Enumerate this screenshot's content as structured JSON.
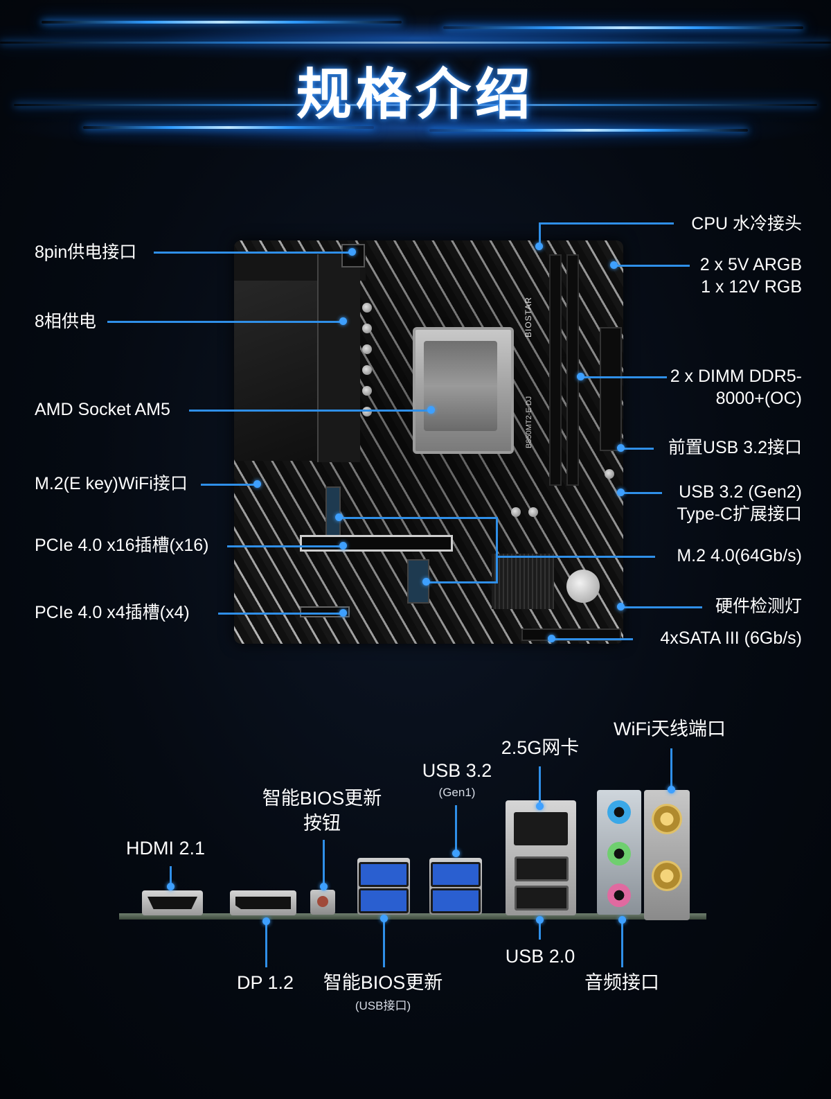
{
  "header": {
    "title": "规格介绍"
  },
  "board": {
    "brand": "BIOSTAR",
    "model": "B850MT2-E DJ"
  },
  "callouts_left": {
    "cpu_power": "8pin供电接口",
    "phases": "8相供电",
    "socket": "AMD Socket AM5",
    "m2_wifi": "M.2(E key)WiFi接口",
    "pcie16": "PCIe 4.0 x16插槽(x16)",
    "pcie4": "PCIe 4.0 x4插槽(x4)"
  },
  "callouts_right": {
    "cpu_cooler": "CPU 水冷接头",
    "argb_line1": "2 x 5V ARGB",
    "argb_line2": "1 x 12V RGB",
    "dimm_line1": "2 x DIMM DDR5-",
    "dimm_line2": "8000+(OC)",
    "front_usb": "前置USB 3.2接口",
    "typec_line1": "USB 3.2 (Gen2)",
    "typec_line2": "Type-C扩展接口",
    "m2": "M.2 4.0(64Gb/s)",
    "debug_led": "硬件检测灯",
    "sata": "4xSATA III (6Gb/s)"
  },
  "io": {
    "hdmi": "HDMI 2.1",
    "dp": "DP 1.2",
    "bios_button_line1": "智能BIOS更新",
    "bios_button_line2": "按钮",
    "bios_usb_line1": "智能BIOS更新",
    "bios_usb_line2": "(USB接口)",
    "usb32": "USB 3.2",
    "usb32_sub": "(Gen1)",
    "lan": "2.5G网卡",
    "usb20": "USB 2.0",
    "wifi_ant": "WiFi天线端口",
    "audio": "音频接口"
  },
  "colors": {
    "accent_line": "#2f8fe8",
    "usb3_blue": "#2a5fd0",
    "audio_blue": "#3aa8e8",
    "audio_green": "#6fcf6f",
    "audio_pink": "#e06aa0"
  }
}
